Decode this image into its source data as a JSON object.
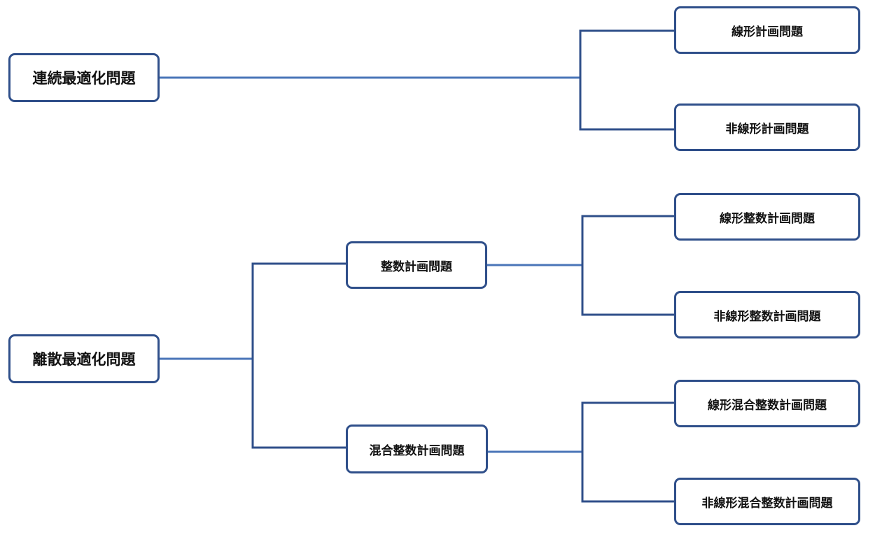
{
  "diagram": {
    "type": "tree",
    "line_color": "#2f4f8a",
    "connector_color": "#4a75b8",
    "nodes": {
      "continuous": "連続最適化問題",
      "linear": "線形計画問題",
      "nonlinear": "非線形計画問題",
      "discrete": "離散最適化問題",
      "integer": "整数計画問題",
      "mixed_integer": "混合整数計画問題",
      "linear_integer": "線形整数計画問題",
      "nonlinear_integer": "非線形整数計画問題",
      "linear_mixed_integer": "線形混合整数計画問題",
      "nonlinear_mixed_integer": "非線形混合整数計画問題"
    },
    "edges": [
      [
        "continuous",
        "linear"
      ],
      [
        "continuous",
        "nonlinear"
      ],
      [
        "discrete",
        "integer"
      ],
      [
        "discrete",
        "mixed_integer"
      ],
      [
        "integer",
        "linear_integer"
      ],
      [
        "integer",
        "nonlinear_integer"
      ],
      [
        "mixed_integer",
        "linear_mixed_integer"
      ],
      [
        "mixed_integer",
        "nonlinear_mixed_integer"
      ]
    ]
  }
}
